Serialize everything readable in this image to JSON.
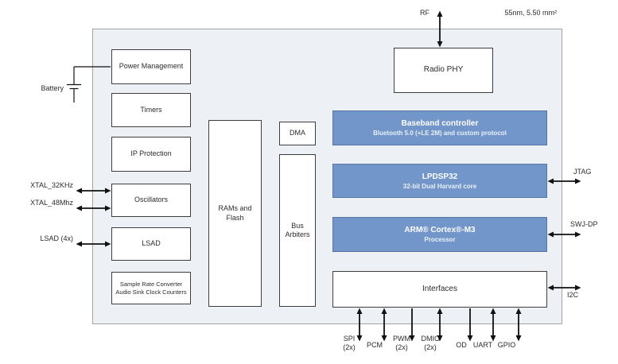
{
  "chip": {
    "process_note": "55nm, 5.50 mm²"
  },
  "blocks": {
    "power_management": "Power Management",
    "timers": "Timers",
    "ip_protection": "IP Protection",
    "oscillators": "Oscillators",
    "lsad": "LSAD",
    "sample_rate_line1": "Sample Rate Converter",
    "sample_rate_line2": "Audio Sink Clock Counters",
    "rams_flash": "RAMs and Flash",
    "dma": "DMA",
    "bus_arbiters": "Bus Arbiters",
    "radio_phy": "Radio PHY",
    "interfaces": "Interfaces"
  },
  "cores": [
    {
      "title": "Baseband controller",
      "subtitle": "Bluetooth 5.0 (+LE 2M) and custom protocol"
    },
    {
      "title": "LPDSP32",
      "subtitle": "32-bit Dual Harvard core"
    },
    {
      "title": "ARM® Cortex®-M3",
      "subtitle": "Processor"
    }
  ],
  "external_ports": {
    "rf": "RF",
    "battery": "Battery",
    "xtal_32khz": "XTAL_32KHz",
    "xtal_48mhz": "XTAL_48Mhz",
    "lsad_4x": "LSAD (4x)",
    "jtag": "JTAG",
    "swj_dp": "SWJ-DP",
    "i2c": "I2C"
  },
  "bottom_ports": [
    {
      "label": "SPI",
      "sub": "(2x)",
      "direction": "bidirectional"
    },
    {
      "label": "PCM",
      "direction": "bidirectional"
    },
    {
      "label": "PWM",
      "sub": "(2x)",
      "direction": "output"
    },
    {
      "label": "DMIC",
      "sub": "(2x)",
      "direction": "bidirectional"
    },
    {
      "label": "OD",
      "direction": "output"
    },
    {
      "label": "UART",
      "direction": "bidirectional"
    },
    {
      "label": "GPIO",
      "direction": "bidirectional"
    }
  ],
  "colors": {
    "core_fill": "#7296c9",
    "core_border": "#55779f",
    "chip_fill": "#edf0f4",
    "chip_border": "#a3a3a3",
    "box_border": "#3d3d3d",
    "arrow": "#111111",
    "text": "#2b2b2b",
    "core_text": "#ffffff"
  }
}
